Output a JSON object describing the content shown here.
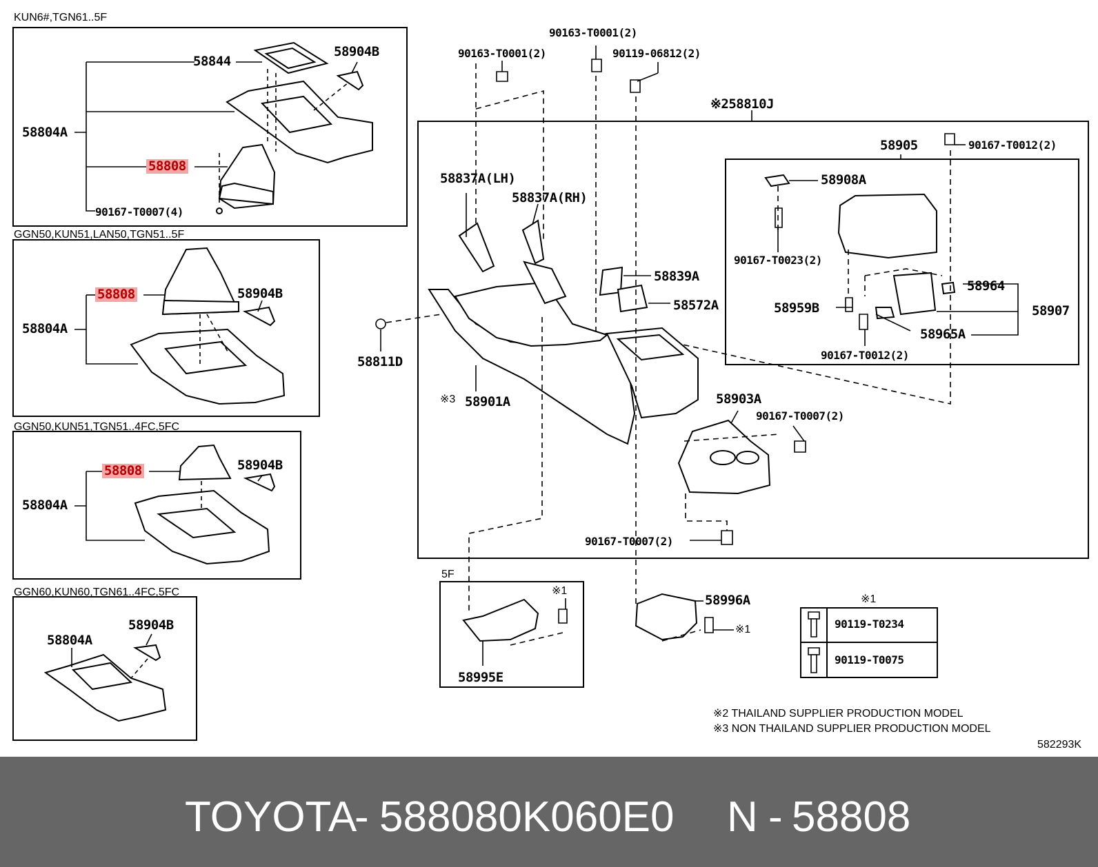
{
  "sections": {
    "s1": "KUN6#,TGN61..5F",
    "s2": "GGN50,KUN51,LAN50,TGN51..5F",
    "s3": "GGN50,KUN51,TGN51..4FC,5FC",
    "s4": "GGN60,KUN60,TGN61..4FC,5FC",
    "s5": "5F"
  },
  "labels": {
    "p58844": "58844",
    "p58904B_1": "58904B",
    "p58804A_1": "58804A",
    "p58808_1": "58808",
    "p90167T0007_4": "90167-T0007(4)",
    "p58808_2": "58808",
    "p58904B_2": "58904B",
    "p58804A_2": "58804A",
    "p58808_3": "58808",
    "p58904B_3": "58904B",
    "p58804A_3": "58804A",
    "p58804A_4": "58804A",
    "p58904B_4": "58904B",
    "p90163T0001_a": "90163-T0001(2)",
    "p90163T0001_b": "90163-T0001(2)",
    "p90119_06812": "90119-06812(2)",
    "p58810J": "※258810J",
    "p58905": "58905",
    "p90167T0012_a": "90167-T0012(2)",
    "p58908A": "58908A",
    "p90167T0023": "90167-T0023(2)",
    "p58964": "58964",
    "p58959B": "58959B",
    "p58907": "58907",
    "p58965A": "58965A",
    "p90167T0012_b": "90167-T0012(2)",
    "p58837A_LH": "58837A(LH)",
    "p58837A_RH": "58837A(RH)",
    "p58839A": "58839A",
    "p58572A": "58572A",
    "p58811D": "58811D",
    "p58901A_mark": "※3",
    "p58901A": "58901A",
    "p58903A": "58903A",
    "p90167T0007_2a": "90167-T0007(2)",
    "p90167T0007_2b": "90167-T0007(2)",
    "p58995E": "58995E",
    "p58996A": "58996A",
    "mark1_a": "※1",
    "mark1_b": "※1",
    "legend_title": "※1",
    "legend_r1": "90119-T0234",
    "legend_r2": "90119-T0075"
  },
  "notes": {
    "n2": "※2 THAILAND SUPPLIER PRODUCTION MODEL",
    "n3": "※3 NON THAILAND SUPPLIER PRODUCTION MODEL",
    "ref": "582293K"
  },
  "footer": {
    "brand": "TOYOTA",
    "dash1": "-",
    "part_number": "588080K060E0",
    "n_label": "N",
    "dash2": "-",
    "n_number": "58808"
  },
  "colors": {
    "highlight_bg": "#f4a6a6",
    "highlight_text": "#b00000",
    "footer_bg": "#666666",
    "footer_text": "#ffffff"
  }
}
